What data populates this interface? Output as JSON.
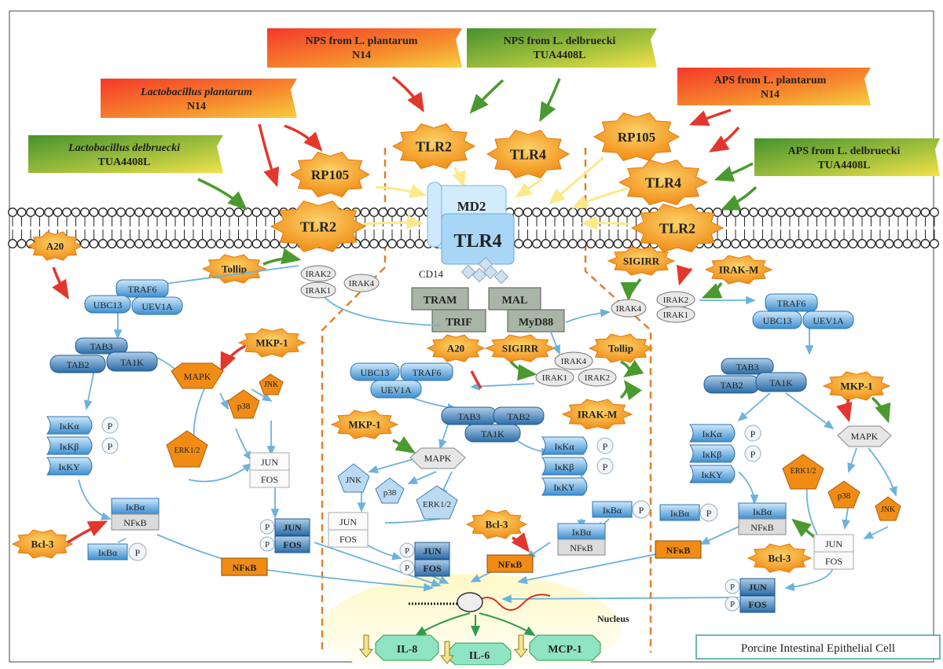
{
  "stimuli": {
    "nps_lp": {
      "line1": "NPS from L. plantarum",
      "line2": "N14"
    },
    "nps_ld": {
      "line1": "NPS from L. delbruecki",
      "line2": "TUA4408L"
    },
    "lp": {
      "line1": "Lactobacillus plantarum",
      "line2": "N14"
    },
    "ld": {
      "line1": "Lactobacillus delbruecki",
      "line2": "TUA4408L"
    },
    "aps_lp": {
      "line1": "APS from L. plantarum",
      "line2": "N14"
    },
    "aps_ld": {
      "line1": "APS from L. delbruecki",
      "line2": "TUA4408L"
    }
  },
  "receptors": {
    "tlr2": "TLR2",
    "tlr4": "TLR4",
    "rp105": "RP105",
    "md2": "MD2",
    "cd14": "CD14"
  },
  "adaptors": {
    "tram": "TRAM",
    "trif": "TRIF",
    "mal": "MAL",
    "myd88": "MyD88"
  },
  "kinases": {
    "irak1": "IRAK1",
    "irak2": "IRAK2",
    "irak4": "IRAK4",
    "traf6": "TRAF6",
    "ubc13": "UBC13",
    "uev1a": "UEV1A",
    "tab2": "TAB2",
    "tab3": "TAB3",
    "ta1k": "TA1K",
    "mapk": "MAPK",
    "p38": "p38",
    "jnk": "JNK",
    "erk": "ERK1/2",
    "jun": "JUN",
    "fos": "FOS",
    "p": "P",
    "ikka": "IκKα",
    "ikkb": "IκKβ",
    "ikky": "IκKY",
    "ikba": "IκBα",
    "nfkb": "NFκB"
  },
  "regulators": {
    "a20": "A20",
    "tollip": "Tollip",
    "mkp1": "MKP-1",
    "bcl3": "Bcl-3",
    "sigirr": "SIGIRR",
    "irakm": "IRAK-M"
  },
  "nucleus": {
    "label": "Nucleus",
    "il8": "IL-8",
    "il6": "IL-6",
    "mcp1": "MCP-1"
  },
  "cell_label": "Porcine Intestinal Epithelial Cell",
  "colors": {
    "star_orange": "#f7a21b",
    "stim_red": "#ee3c2c",
    "stim_green": "#4e9a33",
    "arrow_red": "#e2372d",
    "arrow_green": "#4a9a2f",
    "arrow_blue": "#6cb2dc",
    "arrow_yellow": "#fbe98a",
    "dash": "#e0812f"
  }
}
